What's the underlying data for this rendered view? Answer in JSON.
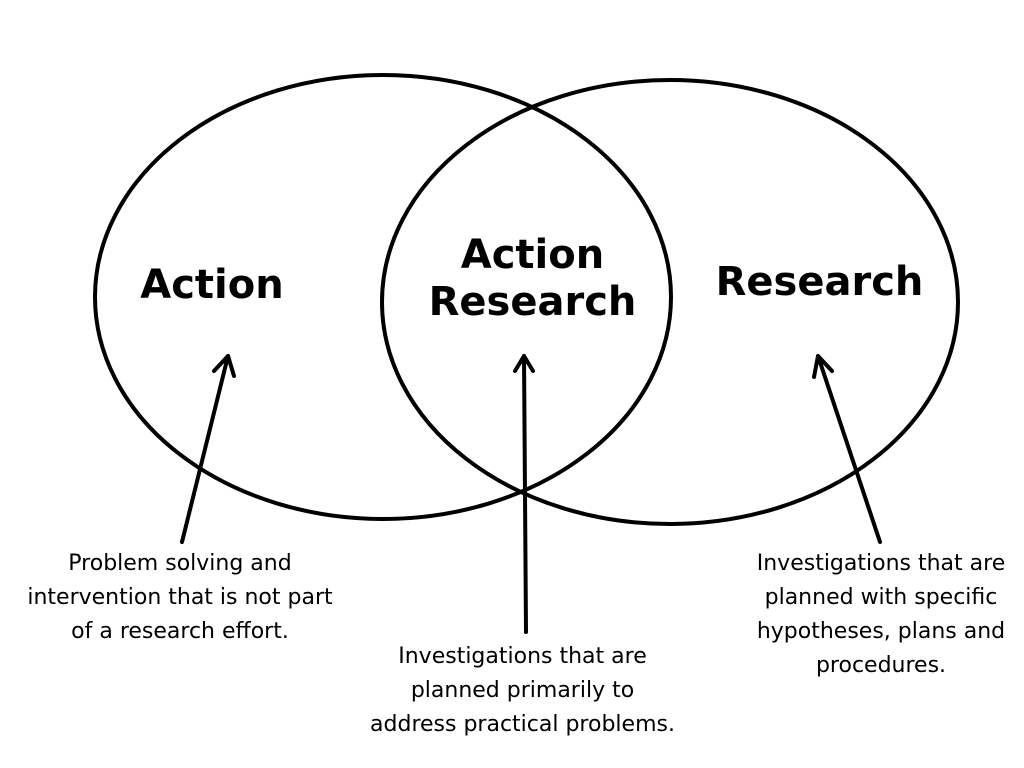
{
  "circles": {
    "left_label": "Action",
    "right_label": "Research",
    "overlap_label_lines": [
      "Action",
      "Research"
    ]
  },
  "notes": {
    "left_lines": [
      "Problem solving and",
      "intervention that is not part",
      "of a research effort."
    ],
    "middle_lines": [
      "Investigations that are",
      "planned primarily to",
      "address practical problems."
    ],
    "right_lines": [
      "Investigations that are",
      "planned with specific",
      "hypotheses, plans and",
      "procedures."
    ]
  },
  "colors": {
    "stroke": "#000000",
    "background": "#ffffff"
  }
}
